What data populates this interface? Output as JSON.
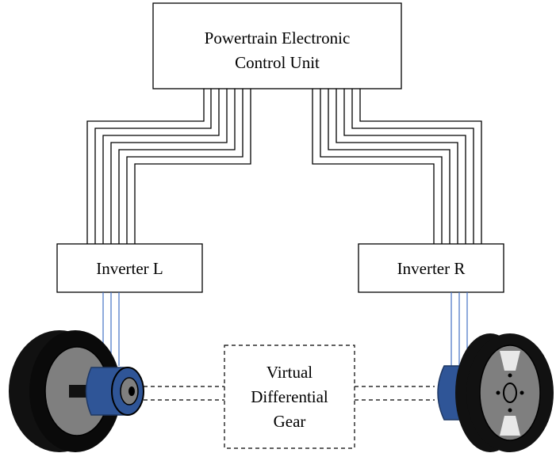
{
  "ecu": {
    "line1": "Powertrain Electronic",
    "line2": "Control Unit"
  },
  "inverter_left": {
    "label": "Inverter L"
  },
  "inverter_right": {
    "label": "Inverter R"
  },
  "differential": {
    "line1": "Virtual",
    "line2": "Differential",
    "line3": "Gear"
  },
  "colors": {
    "wire": "#000000",
    "phase_wire": "#4472c4",
    "motor": "#2f5597",
    "tire": "#111111",
    "rim": "#7f7f7f"
  }
}
